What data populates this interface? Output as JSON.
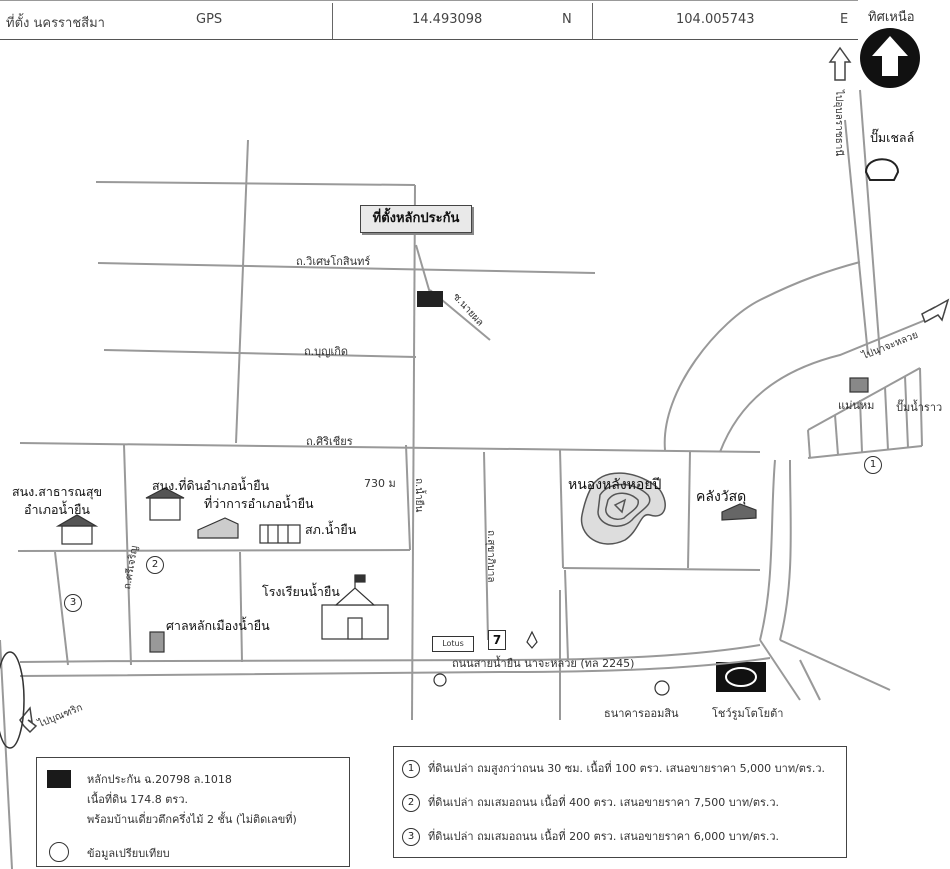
{
  "header": {
    "location": "ที่ตั้ง นครราชสีมา",
    "gps_label": "GPS",
    "lat": "14.493098",
    "lat_dir": "N",
    "lon": "104.005743",
    "lon_dir": "E",
    "north_label": "ทิศเหนือ"
  },
  "callout": "ที่ตั้งหลักประกัน",
  "streets": {
    "s1": "ถ.วิเศษโกสินทร์",
    "s2": "ถ.บุญเกิด",
    "s3": "ถ.ศิริเชียร",
    "main_road": "ถนนสายน้ำยืน นาจะหลวย (ทล 2245)",
    "road_to_top": "ไปอุบลราชธานี",
    "road_to_right": "ไปนาจะหลวย",
    "road_to_left": "ไปบุณฑริก",
    "vert1": "ถ.น้ำยืน",
    "vert2": "ถ.สุขาภิบาล",
    "vert3": "ถ.ศรีเจริญ",
    "diag": "ซ.นายผล"
  },
  "places": {
    "health": "สนง.สาธารณสุข",
    "health2": "อำเภอน้ำยืน",
    "land_office": "สนง.ที่ดินอำเภอน้ำยืน",
    "district_office": "ที่ว่าการอำเภอน้ำยืน",
    "council": "สภ.น้ำยืน",
    "distance": "730 ม",
    "pond": "หนองหลังหอยปี",
    "warehouse": "คลังวัสดุ",
    "school": "โรงเรียนน้ำยืน",
    "shrine": "ศาลหลักเมืองน้ำยืน",
    "bank": "ธนาคารออมสิน",
    "toyota": "โชว์รูมโตโยต้า",
    "shell": "ปั๊มเชลล์",
    "market": "แม่นหม",
    "gas2": "ปั๊มน้ำราว",
    "lotus": "Lotus",
    "seven": "7"
  },
  "legend": {
    "collateral": "หลักประกัน ฉ.20798 ล.1018",
    "area": "เนื้อที่ดิน 174.8 ตรว.",
    "building": "พร้อมบ้านเดี่ยวตึกครึ่งไม้ 2 ชั้น (ไม่ติดเลขที่)",
    "compare": "ข้อมูลเปรียบเทียบ"
  },
  "comparisons": [
    {
      "num": "1",
      "text": "ที่ดินเปล่า ถมสูงกว่าถนน 30 ซม. เนื้อที่ 100 ตรว. เสนอขายราคา 5,000 บาท/ตร.ว."
    },
    {
      "num": "2",
      "text": "ที่ดินเปล่า ถมเสมอถนน เนื้อที่ 400 ตรว. เสนอขายราคา 7,500 บาท/ตร.ว."
    },
    {
      "num": "3",
      "text": "ที่ดินเปล่า ถมเสมอถนน เนื้อที่ 200 ตรว. เสนอขายราคา 6,000 บาท/ตร.ว."
    }
  ],
  "markers": {
    "m1": "1",
    "m2": "2",
    "m3": "3"
  }
}
